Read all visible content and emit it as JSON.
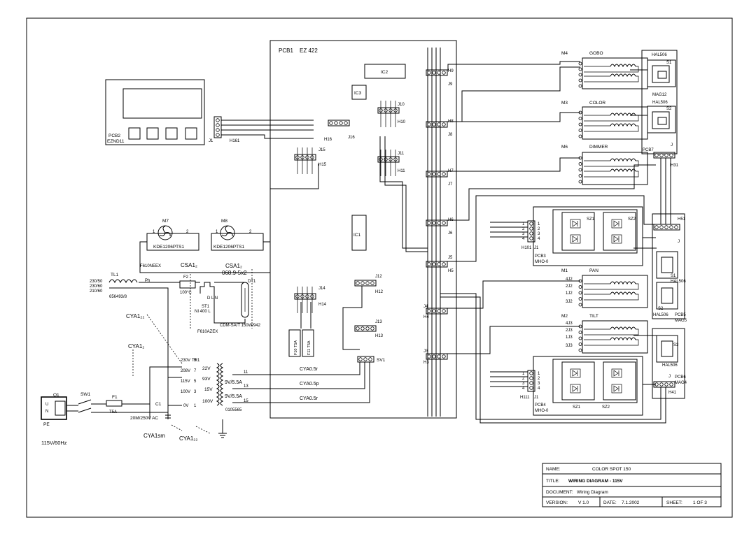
{
  "pcb1": {
    "label": "PCB1",
    "model": "EZ 422",
    "ic1": "IC1",
    "ic2": "IC2",
    "ic3": "IC3",
    "sv1": "SV1",
    "fuse1": "F10 T5A",
    "fuse2": "F11 T5A"
  },
  "pcb2": {
    "label": "PCB2",
    "model": "EZND11",
    "j": "J1",
    "h": "H161"
  },
  "connectors": {
    "h16": "H16",
    "j16": "J16",
    "j15": "J15",
    "h15": "H15",
    "j10": "J10",
    "h10": "H10",
    "j11": "J11",
    "h11": "H11",
    "j12": "J12",
    "h12": "H12",
    "j13": "J13",
    "h13": "H13",
    "j14": "J14",
    "h14": "H14",
    "h9": "H9",
    "j9": "J9",
    "h8": "H8",
    "j8": "J8",
    "h7": "H7",
    "j7": "J7",
    "h6": "H6",
    "j6": "J6",
    "j5": "J5",
    "h5": "H5",
    "j4": "J4",
    "h4": "H4",
    "j3": "J3",
    "h3": "H3"
  },
  "motors": {
    "m4": {
      "id": "M4",
      "name": "GOBO"
    },
    "m3": {
      "id": "M3",
      "name": "COLOR"
    },
    "m6": {
      "id": "M6",
      "name": "DIMMER"
    },
    "m1": {
      "id": "M1",
      "name": "PAN"
    },
    "m2": {
      "id": "M2",
      "name": "TILT"
    }
  },
  "fans": {
    "m7": "M7",
    "m8": "M8",
    "model": "KDE1206PTS1"
  },
  "sensors": {
    "hal_top": "HAL506",
    "s1": "S1",
    "mag12": "MAG12",
    "hal_top2": "HAL506",
    "s2": "S2",
    "pcb7": "PCB7",
    "j": "J",
    "h31": "H31",
    "h51": "H51",
    "j_pcb5": "J",
    "s1b": "S1",
    "hal_mid": "HAL506",
    "s2b": "S2",
    "hal_pcb5": "HAL506",
    "pcb5": "PCB5",
    "mag5": "MAG5",
    "s3": "S3",
    "hal_low": "HAL506",
    "j_pcb6": "J",
    "pcb6": "PCB6",
    "mag4": "MAG4",
    "h41": "H41"
  },
  "drivers": {
    "pcb3": "PCB3",
    "pcb3_model": "MHO-0",
    "h101": "H101",
    "j1a": "J1",
    "sz1": "SZ1",
    "sz2": "SZ2",
    "pcb4": "PCB4",
    "pcb4_model": "MHO-0",
    "h111": "H111",
    "j1b": "J1",
    "sz1b": "SZ1",
    "sz2b": "SZ2"
  },
  "motor_pins": {
    "pan": [
      "4J2",
      "2J2",
      "1J2",
      "3J2"
    ],
    "tilt": [
      "4J3",
      "2J3",
      "1J3",
      "3J3"
    ]
  },
  "power": {
    "tl1": "TL1",
    "tl1_part": "656493/8",
    "v230_50": "230/50",
    "v230_60": "230/60",
    "v210_60": "210/60",
    "ph": "Ph",
    "f610neex": "F610NEEX",
    "csa_a": "CSA1₂",
    "csa_b": "CSA1₂",
    "csa_b_part": "068.9-5x2",
    "f2": "F2",
    "temp": "100°C",
    "st1": "ST1",
    "st1_part": "NI 400 L",
    "st1_pins": "D L N",
    "dt1": "DT1",
    "lamp": "CDM-SA/T 150W/942",
    "f610azex": "F610AZEX",
    "cya_a": "CYA1₂₂",
    "cya_b": "CYA1₂",
    "tr1": "TR1",
    "tr_prim": [
      {
        "v": "230V",
        "n": "9"
      },
      {
        "v": "208V",
        "n": "7"
      },
      {
        "v": "115V",
        "n": "5"
      },
      {
        "v": "100V",
        "n": "3"
      },
      {
        "v": "0V",
        "n": "1"
      }
    ],
    "tr_sec": [
      "22V",
      "93V",
      "15V",
      "100V"
    ],
    "tr_out1": "9V/5.5A",
    "tr_out2": "9V/5.5A",
    "tr_part": "0105565",
    "wire11": "11",
    "wire13": "13",
    "wire15": "15",
    "cya05r_a": "CYA0.5r",
    "cya05p": "CYA0.5p",
    "cya05r_b": "CYA0.5r",
    "q1": "Q1",
    "sw1": "SW1",
    "f1": "F1",
    "f1_rating": "T5A",
    "c1": "C1",
    "c1_rating": "20M/250V AC",
    "pe": "PE",
    "u": "U",
    "n": "N",
    "mains": "115V/60Hz",
    "cya1sm": "CYA1sm",
    "cya_c": "CYA1₂₂"
  },
  "title_block": {
    "name_label": "NAME:",
    "name_value": "COLOR SPOT 150",
    "title_label": "TITLE:",
    "title_value": "WIRING DIAGRAM - 115V",
    "doc_label": "DOCUMENT:",
    "doc_value": "Wiring Diagram",
    "version_label": "VERSION:",
    "version_value": "V 1.0",
    "date_label": "DATE:",
    "date_value": "7.1.2002",
    "sheet_label": "SHEET:",
    "sheet_value": "1 OF 3"
  }
}
